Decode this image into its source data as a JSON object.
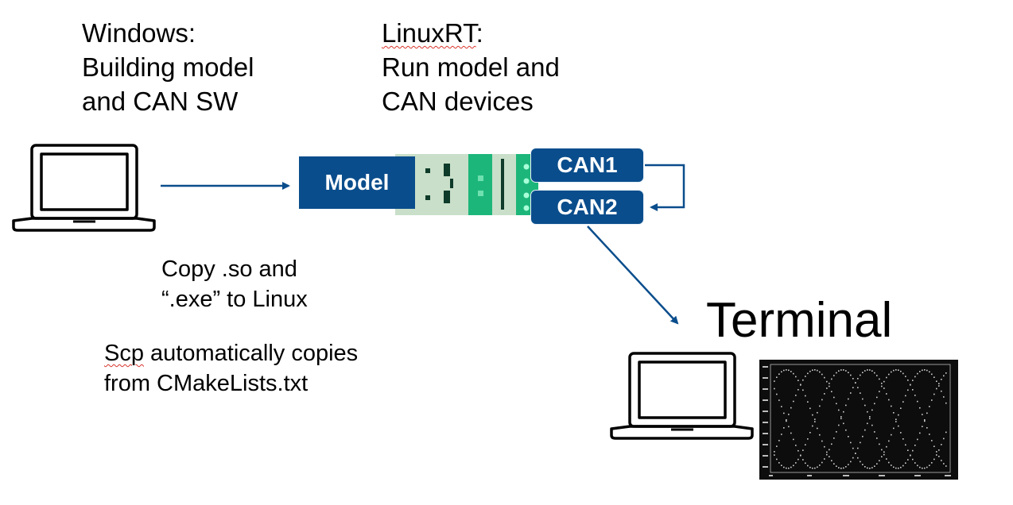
{
  "windows": {
    "lines": [
      "Windows:",
      "Building model",
      "and CAN SW"
    ]
  },
  "linux": {
    "title": "LinuxRT",
    "title_suffix": ":",
    "lines": [
      "Run model and",
      "CAN devices"
    ]
  },
  "model": {
    "label": "Model"
  },
  "can1": {
    "label": "CAN1"
  },
  "can2": {
    "label": "CAN2"
  },
  "copy_note": {
    "lines": [
      "Copy .so and",
      "“.exe” to Linux"
    ]
  },
  "scp_note": {
    "first_word": "Scp",
    "line1_rest": " automatically copies",
    "line2": "from CMakeLists.txt"
  },
  "terminal": {
    "title": "Terminal"
  },
  "colors": {
    "model_blue": "#0a4d8c",
    "arrow_blue": "#0a4d8c",
    "module_green": "#1db67a",
    "module_light": "#c9dfc9"
  }
}
